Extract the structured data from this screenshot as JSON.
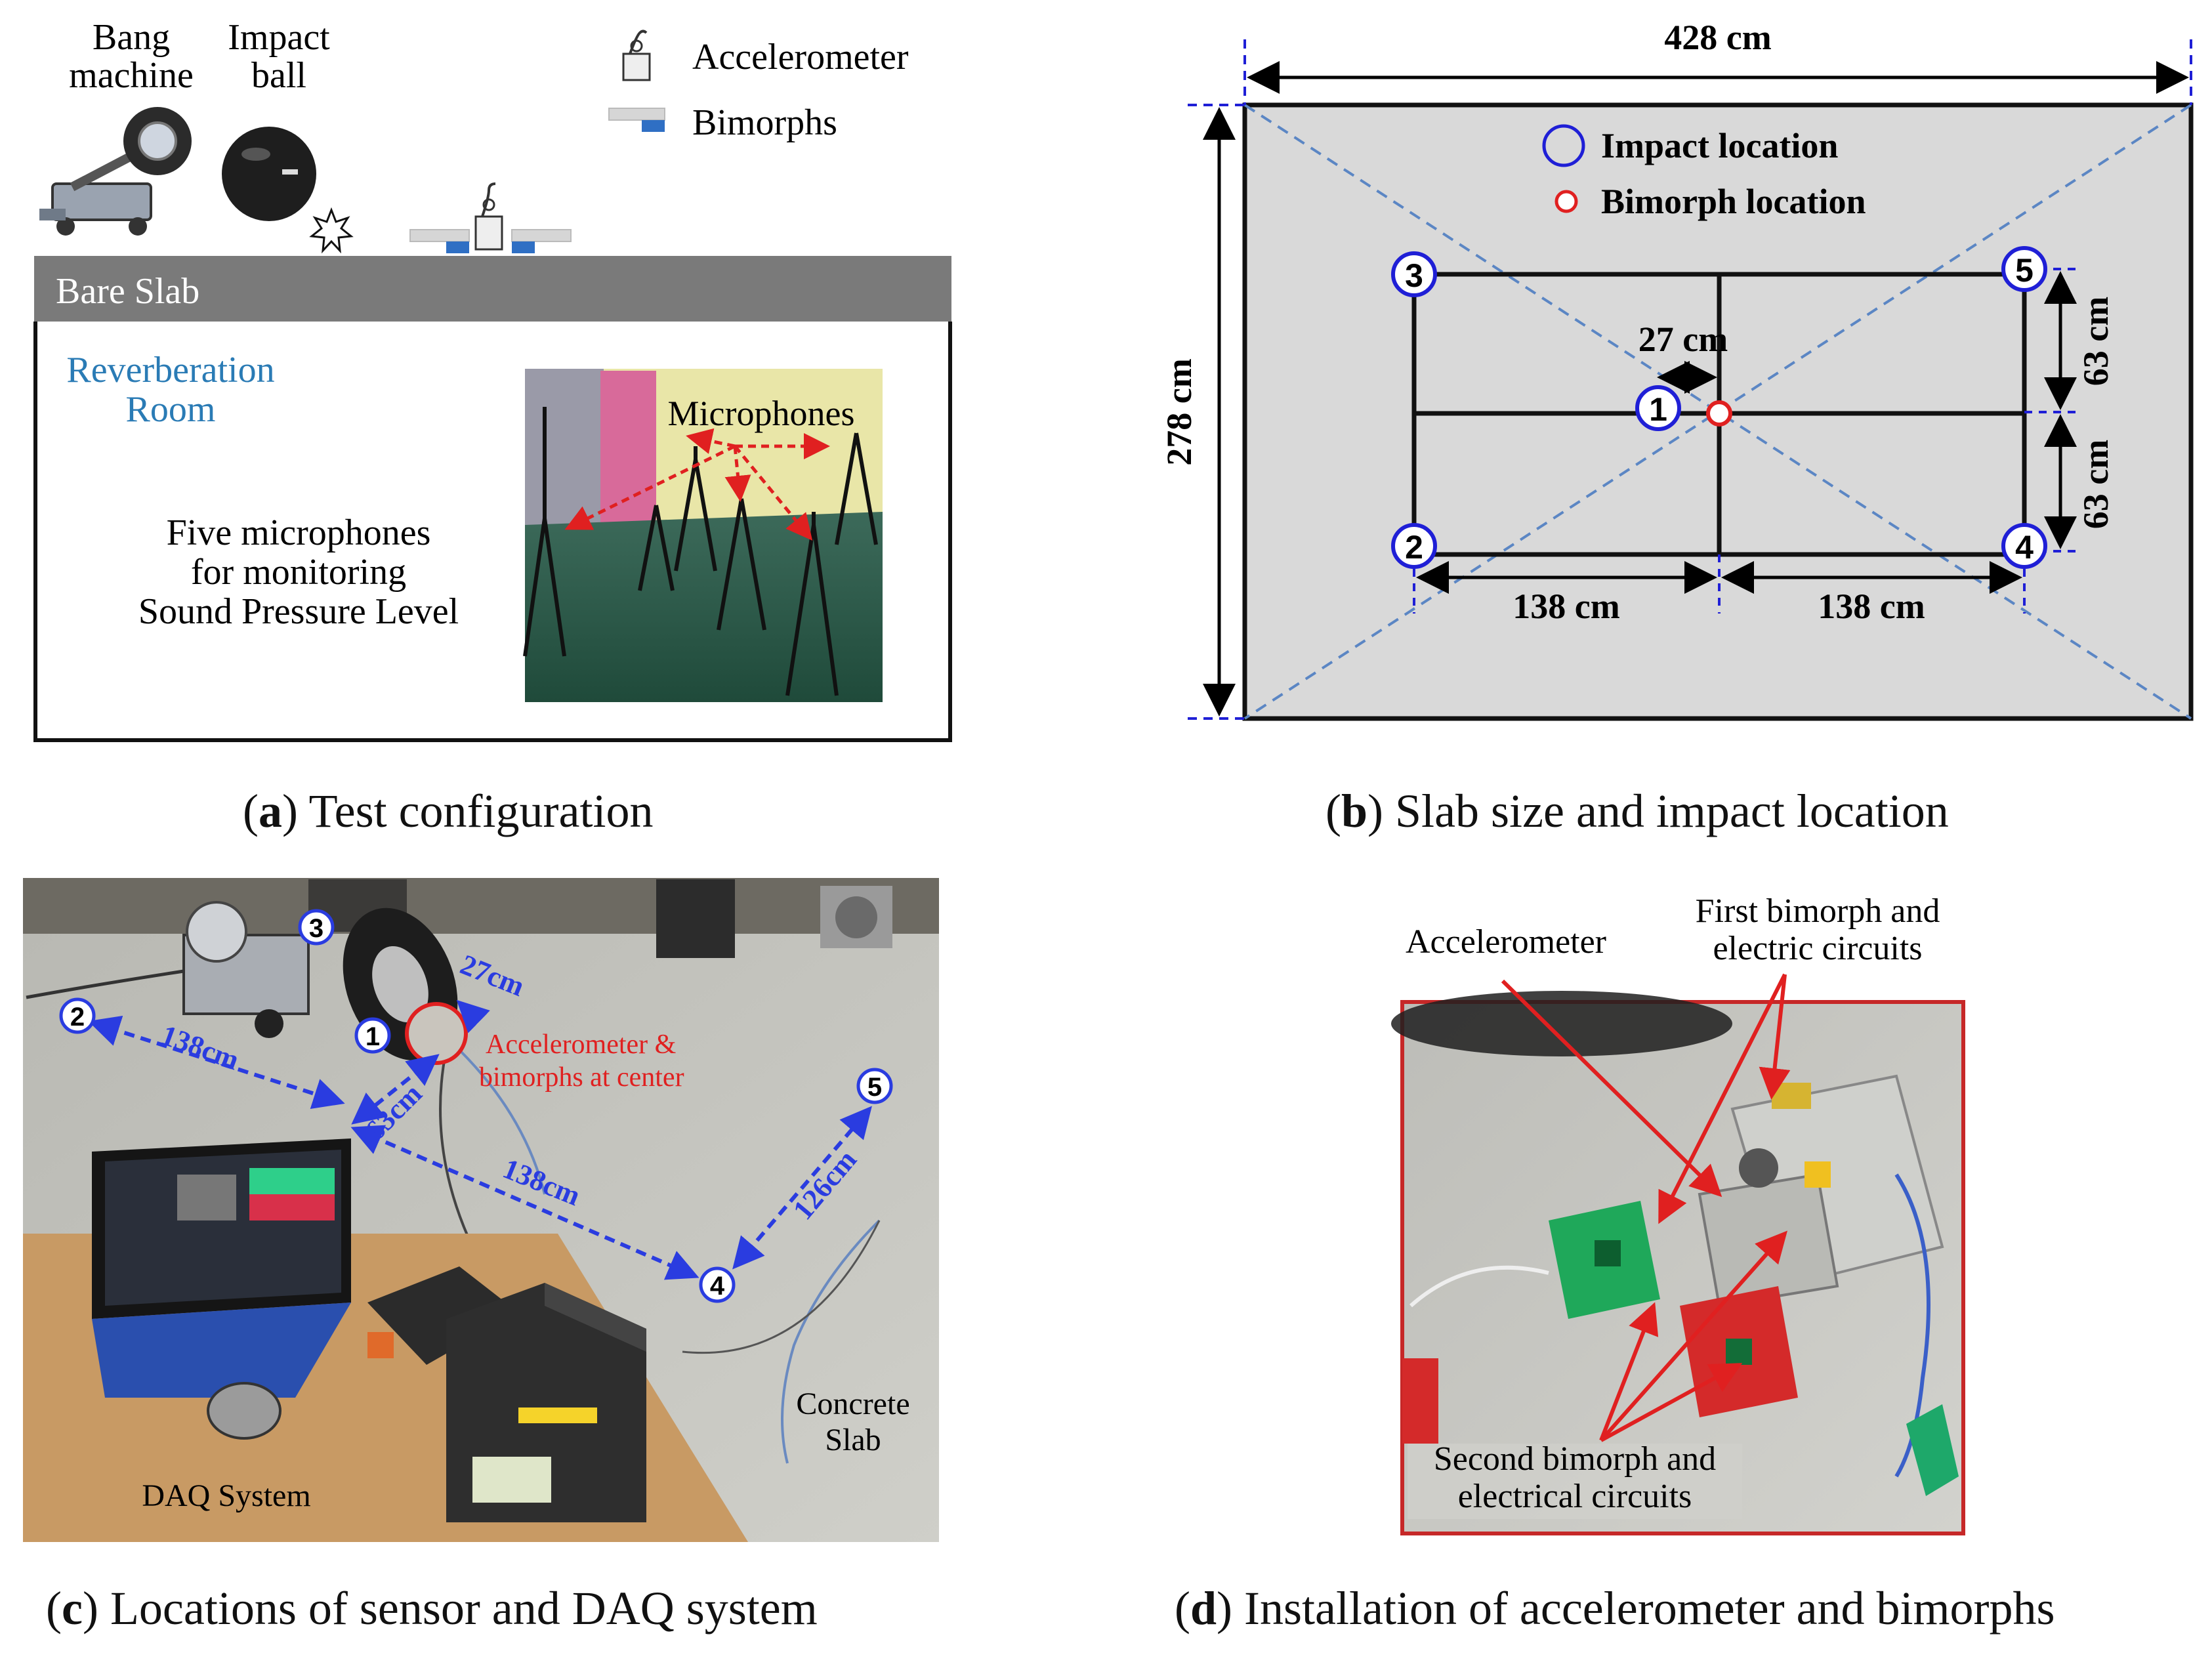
{
  "panel_a": {
    "bang_machine": [
      "Bang",
      "machine"
    ],
    "impact_ball": [
      "Impact",
      "ball"
    ],
    "legend_accelerometer": "Accelerometer",
    "legend_bimorphs": "Bimorphs",
    "slab_label": "Bare Slab",
    "room_label": [
      "Reverberation",
      "Room"
    ],
    "mic_desc": [
      "Five microphones",
      "for monitoring",
      "Sound Pressure Level"
    ],
    "photo_label": "Microphones",
    "caption_letter": "a",
    "caption_text": " Test configuration"
  },
  "panel_b": {
    "width_dim": "428 cm",
    "height_dim": "278 cm",
    "legend_impact": "Impact location",
    "legend_bimorph": "Bimorph location",
    "offset_dim": "27 cm",
    "spacing_x_left": "138 cm",
    "spacing_x_right": "138 cm",
    "spacing_y_top": "63 cm",
    "spacing_y_bottom": "63 cm",
    "points": [
      "1",
      "2",
      "3",
      "4",
      "5"
    ],
    "caption_letter": "b",
    "caption_text": " Slab size and impact location"
  },
  "panel_c": {
    "dist_2_1": "138cm",
    "dist_1_center": "27cm",
    "dist_vertical": "63cm",
    "dist_1_4": "138cm",
    "dist_4_5": "126cm",
    "center_label": [
      "Accelerometer &",
      "bimorphs at center"
    ],
    "concrete_label": [
      "Concrete",
      "Slab"
    ],
    "daq_label": "DAQ System",
    "points": [
      "1",
      "2",
      "3",
      "4",
      "5"
    ],
    "caption_letter": "c",
    "caption_text": " Locations of sensor and DAQ system"
  },
  "panel_d": {
    "accelerometer": "Accelerometer",
    "first_bimorph": [
      "First bimorph and",
      "electric circuits"
    ],
    "second_bimorph": [
      "Second bimorph and",
      "electrical circuits"
    ],
    "caption_letter": "d",
    "caption_text": " Installation of accelerometer and bimorphs"
  },
  "colors": {
    "slab_bar": "#7a7a7a",
    "room_text": "#2a7bb5",
    "slab_fill": "#d9d9d9",
    "marker_blue": "#1f1fd6",
    "marker_red": "#e02020",
    "dashed_blue": "#5b86c4",
    "photo_frame_red": "#c62828"
  }
}
